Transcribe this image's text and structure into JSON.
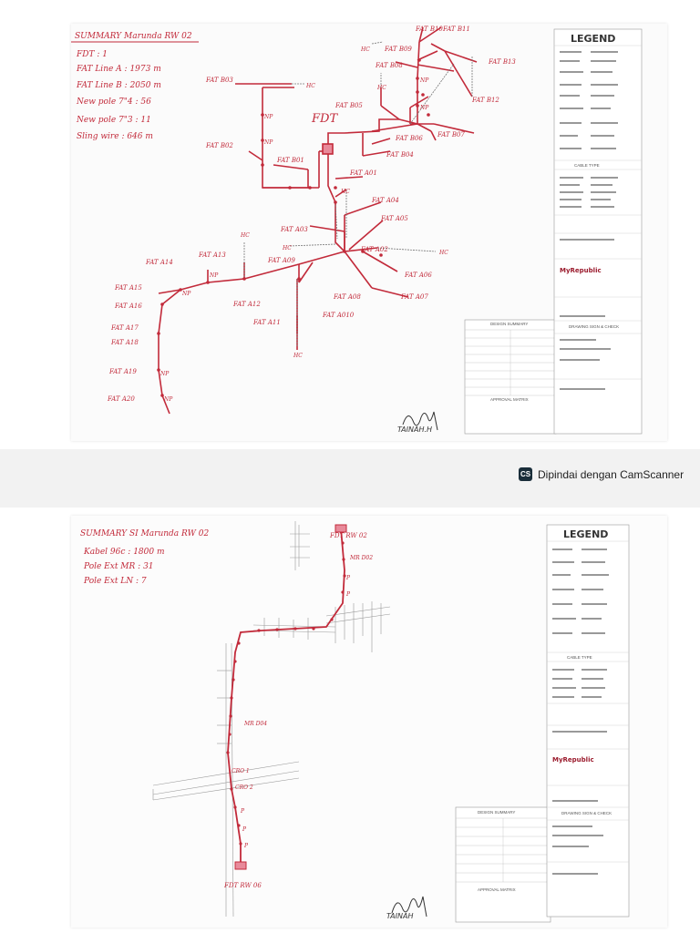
{
  "sheet1": {
    "summary_title": "SUMMARY Marunda RW 02",
    "summary": [
      {
        "label": "FDT",
        "value": ": 1"
      },
      {
        "label": "FAT Line A",
        "value": ": 1973 m"
      },
      {
        "label": "FAT Line B",
        "value": ": 2050 m"
      },
      {
        "label": "New pole 7\"4",
        "value": ": 56"
      },
      {
        "label": "New pole 7\"3",
        "value": ": 11"
      },
      {
        "label": "Sling wire",
        "value": ": 646 m"
      }
    ],
    "fdt_label": "FDT",
    "fat_labels": [
      "FAT B10",
      "FAT B11",
      "FAT B09",
      "FAT B08",
      "FAT B12",
      "FAT B13",
      "FAT B03",
      "FAT B05",
      "FAT B06",
      "FAT B07",
      "FAT B04",
      "FAT B02",
      "FAT B01",
      "FAT A01",
      "FAT A04",
      "FAT A05",
      "FAT A03",
      "FAT A02",
      "FAT A06",
      "FAT A07",
      "FAT A08",
      "FAT A010",
      "FAT A09",
      "FAT A13",
      "FAT A14",
      "FAT A12",
      "FAT A11",
      "FAT A15",
      "FAT A16",
      "FAT A17",
      "FAT A18",
      "FAT A19",
      "FAT A20"
    ],
    "pole_label": "NP",
    "hc_label": "HC",
    "legend": "LEGEND",
    "cable_type": "CABLE TYPE",
    "drawing_sign": "DRAWING SIGN & CHECK",
    "design_summary": "DESIGN SUMMARY",
    "approval_matrix": "APPROVAL MATRIX",
    "logo": "MyRepublic",
    "signature": "TAINAH.H"
  },
  "scanner": {
    "badge": "CS",
    "text": "Dipindai dengan CamScanner"
  },
  "sheet2": {
    "summary_title": "SUMMARY SI Marunda RW 02",
    "summary": [
      {
        "label": "Kabel 96c",
        "value": ": 1800 m"
      },
      {
        "label": "Pole Ext MR",
        "value": ": 31"
      },
      {
        "label": "Pole Ext LN",
        "value": ": 7"
      }
    ],
    "fdt_top": "FDT RW 02",
    "fdt_bottom": "FDT RW 06",
    "labels": [
      "MR D02",
      "MR D04",
      "CRO 1",
      "CRO 2"
    ],
    "pole_label": "P",
    "legend": "LEGEND",
    "cable_type": "CABLE TYPE",
    "drawing_sign": "DRAWING SIGN & CHECK",
    "design_summary": "DESIGN SUMMARY",
    "approval_matrix": "APPROVAL MATRIX",
    "logo": "MyRepublic",
    "signature": "TAINAH"
  },
  "colors": {
    "ink": "#c22a3a",
    "paper": "#fbfbfb",
    "grey": "#888888"
  }
}
